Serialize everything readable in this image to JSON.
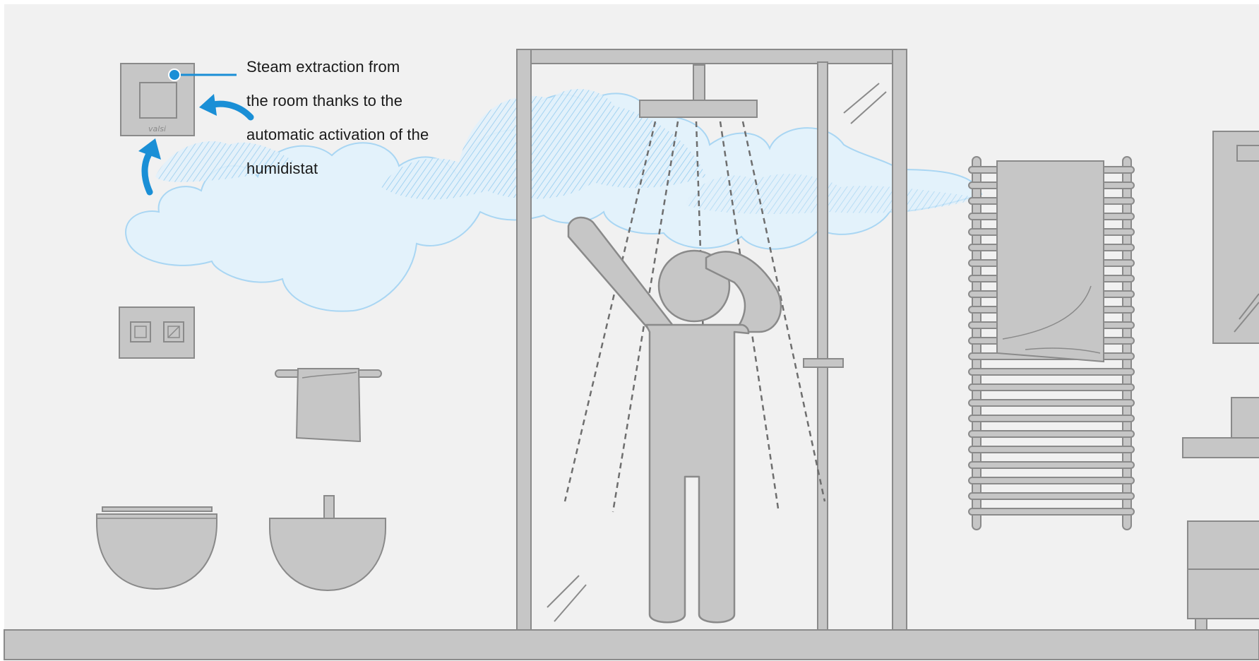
{
  "callout": {
    "lines": [
      "Steam extraction from",
      "the room thanks to the",
      "automatic activation of the",
      "humidistat"
    ]
  },
  "device": {
    "brand": "valsi"
  },
  "colors": {
    "background": "#f1f1f1",
    "fixture_fill": "#c6c6c6",
    "fixture_stroke": "#8a8a8a",
    "steam_fill": "#dff0fb",
    "steam_stroke": "#a9d6f3",
    "accent": "#1a8fd6",
    "text": "#1a1a1a"
  },
  "icons": [
    "humidistat-fan-icon",
    "extraction-arrow-icon",
    "light-switch-icon",
    "shower-head-icon",
    "person-icon",
    "towel-radiator-icon",
    "wc-icon",
    "bidet-icon",
    "towel-rail-icon",
    "mirror-icon",
    "sink-icon",
    "cabinet-icon"
  ]
}
